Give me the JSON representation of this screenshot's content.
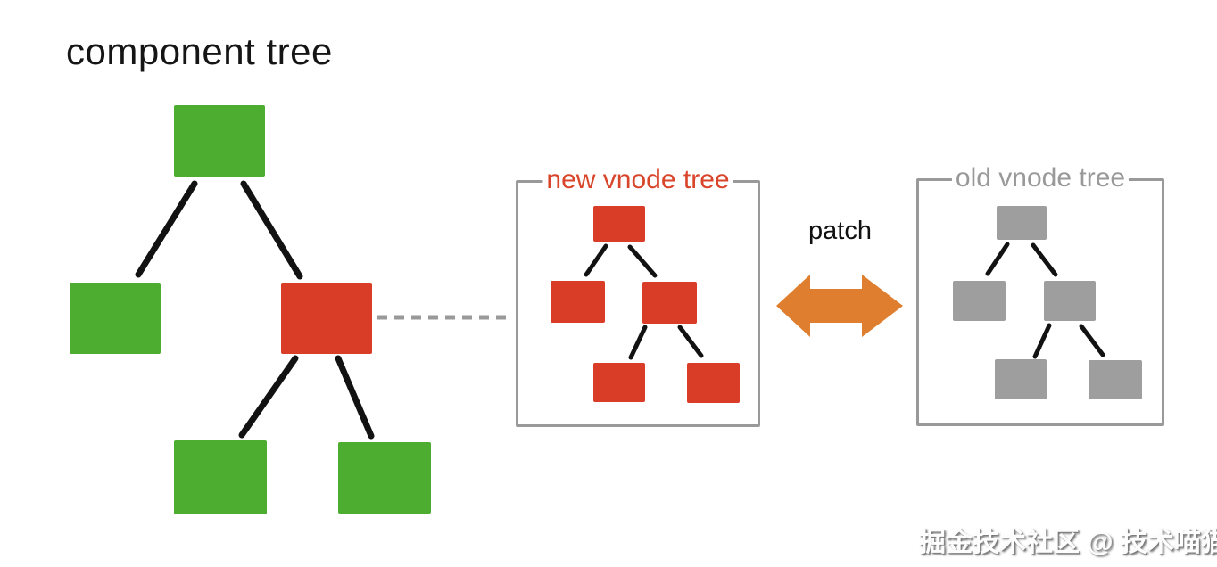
{
  "title": "component tree",
  "containers": {
    "new_vnode_tree": {
      "label": "new vnode tree"
    },
    "old_vnode_tree": {
      "label": "old vnode tree"
    }
  },
  "patch": {
    "label": "patch"
  },
  "watermark": {
    "text": "掘金技术社区 @ 技术喵猫巷"
  },
  "colors": {
    "component_node_green": "#4cad31",
    "highlight_node_red": "#d93c27",
    "new_label_red": "#d9452b",
    "old_node_gray": "#9e9e9e",
    "container_border_gray": "#999999",
    "patch_arrow_orange": "#de7e2e",
    "edge_black": "#121212",
    "title_black": "#151515"
  },
  "structure": {
    "component_tree": {
      "node_colors": [
        "green",
        "green",
        "red",
        "green",
        "green"
      ],
      "shape": "root with two children; right (red) child has two children"
    },
    "new_vnode_tree": {
      "node_colors": [
        "red",
        "red",
        "red",
        "red",
        "red"
      ],
      "shape": "root with two children; right child has two children"
    },
    "old_vnode_tree": {
      "node_colors": [
        "gray",
        "gray",
        "gray",
        "gray",
        "gray"
      ],
      "shape": "root with two children; right child has two children"
    }
  }
}
